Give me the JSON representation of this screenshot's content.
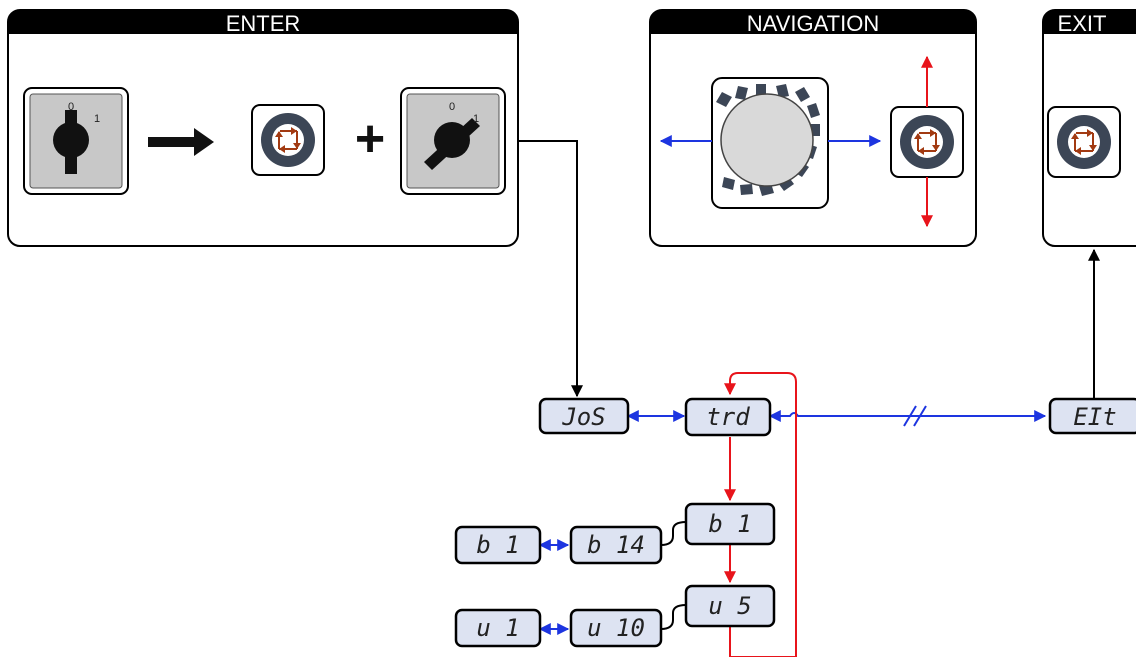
{
  "panels": {
    "enter": {
      "title": "ENTER"
    },
    "navigation": {
      "title": "NAVIGATION"
    },
    "exit": {
      "title": "EXIT"
    }
  },
  "switch": {
    "pos0": "0",
    "pos1": "1"
  },
  "plus_sign": "+",
  "displays": {
    "jos": "JoS",
    "trd": "trd",
    "eit": "EIt",
    "b14": "b 14",
    "b1_main": "b  1",
    "b1_left": "b  1",
    "v10": "u 10",
    "v5": "u  5",
    "v1_left": "u  1"
  },
  "colors": {
    "panel_header": "#000000",
    "flow_vertical": "#e8141b",
    "flow_horizontal": "#1d35e0",
    "display_bg": "#dde3f2",
    "arrow_icon": "#a23a12",
    "knob_ring": "#3c4656",
    "switch_face": "#c8c8c8"
  },
  "icons": [
    "switch-off-icon",
    "arrow-right-icon",
    "menu-button-icon",
    "switch-on-icon",
    "rotary-encoder-icon"
  ]
}
